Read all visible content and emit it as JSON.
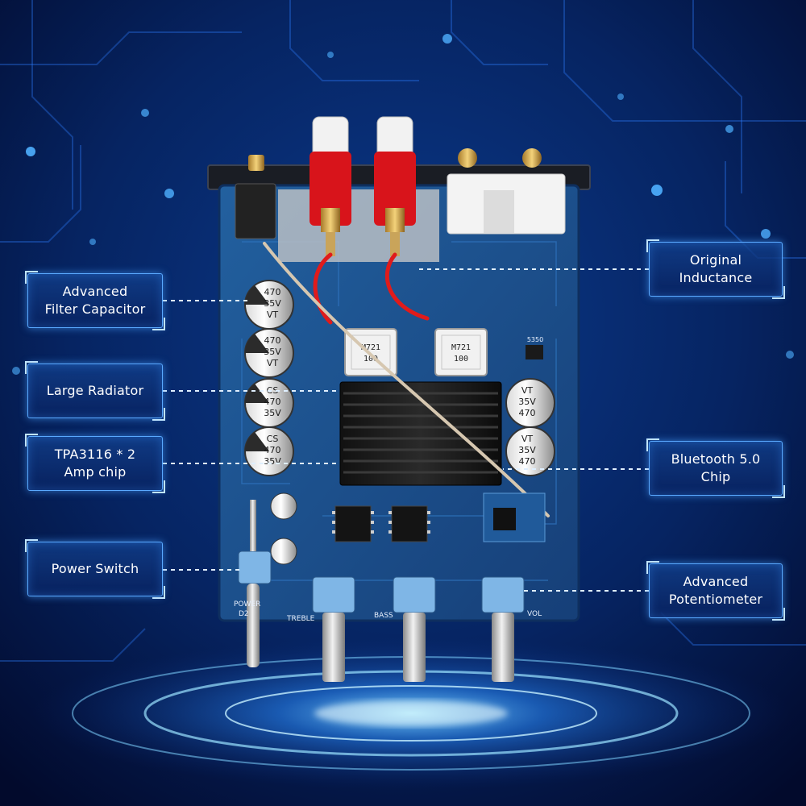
{
  "colors": {
    "background": "#020a2c",
    "glow": "#1e78ff",
    "board": "#1b4f8e",
    "callout_border": "#5aa9ff",
    "callout_text": "#ffffff",
    "binding_post_red": "#d8141b"
  },
  "board_markings": {
    "cap_a": "470",
    "cap_b": "35V",
    "cap_c": "VT",
    "cap_cs": "CS",
    "cap_cs_value": "470",
    "cap_cs_voltage": "35V",
    "inductor_a": "100",
    "inductor_b": "M721",
    "chip_code": "5350",
    "knob_treble": "TREBLE",
    "knob_bass": "BASS",
    "knob_vol": "VOL",
    "power": "POWER",
    "power_ref": "D2"
  },
  "callouts": {
    "filter_capacitor": "Advanced\nFilter Capacitor",
    "large_radiator": "Large Radiator",
    "amp_chip": "TPA3116 * 2\nAmp chip",
    "power_switch": "Power Switch",
    "inductance": "Original\nInductance",
    "bluetooth": "Bluetooth 5.0\nChip",
    "potentiometer": "Advanced\nPotentiometer"
  }
}
